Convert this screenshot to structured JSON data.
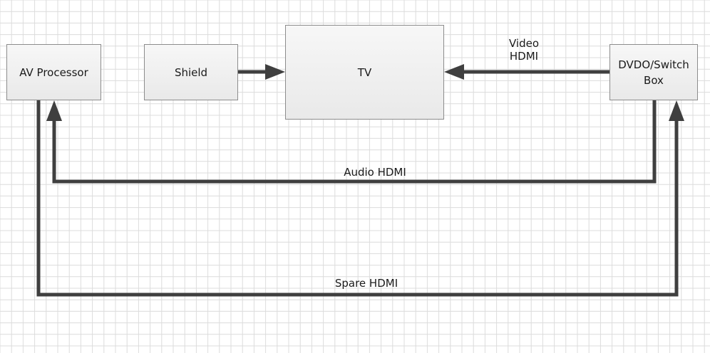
{
  "diagram": {
    "nodes": {
      "av_processor": "AV Processor",
      "shield": "Shield",
      "tv": "TV",
      "dvdo_line1": "DVDO/Switch",
      "dvdo_line2": "Box"
    },
    "connections": {
      "video_line1": "Video",
      "video_line2": "HDMI",
      "audio": "Audio HDMI",
      "spare": "Spare HDMI"
    },
    "colors": {
      "connector": "#3f3f3f",
      "grid": "#dcdcdc",
      "box_border": "#8c8c8c"
    }
  }
}
